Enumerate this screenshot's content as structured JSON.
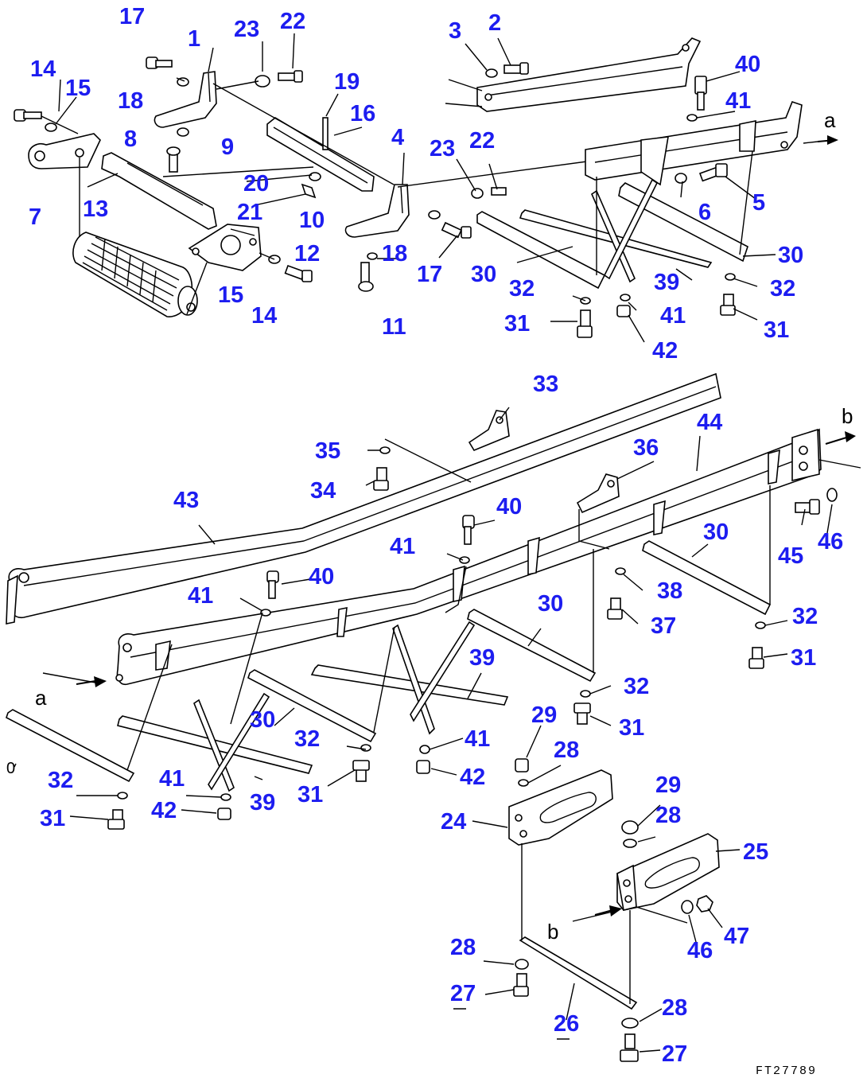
{
  "diagram": {
    "drawing_code": "FT27789",
    "callouts": [
      {
        "id": "c17a",
        "text": "17"
      },
      {
        "id": "c1",
        "text": "1"
      },
      {
        "id": "c23a",
        "text": "23"
      },
      {
        "id": "c22a",
        "text": "22"
      },
      {
        "id": "c14a",
        "text": "14"
      },
      {
        "id": "c15a",
        "text": "15"
      },
      {
        "id": "c18a",
        "text": "18"
      },
      {
        "id": "c19",
        "text": "19"
      },
      {
        "id": "c16",
        "text": "16"
      },
      {
        "id": "c8",
        "text": "8"
      },
      {
        "id": "c9",
        "text": "9"
      },
      {
        "id": "c7",
        "text": "7"
      },
      {
        "id": "c13",
        "text": "13"
      },
      {
        "id": "c20",
        "text": "20"
      },
      {
        "id": "c21",
        "text": "21"
      },
      {
        "id": "c10",
        "text": "10"
      },
      {
        "id": "c12",
        "text": "12"
      },
      {
        "id": "c15b",
        "text": "15"
      },
      {
        "id": "c14b",
        "text": "14"
      },
      {
        "id": "c4",
        "text": "4"
      },
      {
        "id": "c23b",
        "text": "23"
      },
      {
        "id": "c22b",
        "text": "22"
      },
      {
        "id": "c18b",
        "text": "18"
      },
      {
        "id": "c17b",
        "text": "17"
      },
      {
        "id": "c11",
        "text": "11"
      },
      {
        "id": "c3",
        "text": "3"
      },
      {
        "id": "c2",
        "text": "2"
      },
      {
        "id": "c40a",
        "text": "40"
      },
      {
        "id": "c41a",
        "text": "41"
      },
      {
        "id": "c6",
        "text": "6"
      },
      {
        "id": "c5",
        "text": "5"
      },
      {
        "id": "c30a",
        "text": "30"
      },
      {
        "id": "c30b",
        "text": "30"
      },
      {
        "id": "c32a",
        "text": "32"
      },
      {
        "id": "c39a",
        "text": "39"
      },
      {
        "id": "c32b",
        "text": "32"
      },
      {
        "id": "c31a",
        "text": "31"
      },
      {
        "id": "c41b",
        "text": "41"
      },
      {
        "id": "c42a",
        "text": "42"
      },
      {
        "id": "c31b",
        "text": "31"
      },
      {
        "id": "c33",
        "text": "33"
      },
      {
        "id": "c44",
        "text": "44"
      },
      {
        "id": "c35",
        "text": "35"
      },
      {
        "id": "c36",
        "text": "36"
      },
      {
        "id": "c34",
        "text": "34"
      },
      {
        "id": "c43",
        "text": "43"
      },
      {
        "id": "c40b",
        "text": "40"
      },
      {
        "id": "c41c",
        "text": "41"
      },
      {
        "id": "c30c",
        "text": "30"
      },
      {
        "id": "c45",
        "text": "45"
      },
      {
        "id": "c46a",
        "text": "46"
      },
      {
        "id": "c40c",
        "text": "40"
      },
      {
        "id": "c41d",
        "text": "41"
      },
      {
        "id": "c38",
        "text": "38"
      },
      {
        "id": "c30d",
        "text": "30"
      },
      {
        "id": "c37",
        "text": "37"
      },
      {
        "id": "c32c",
        "text": "32"
      },
      {
        "id": "c31c",
        "text": "31"
      },
      {
        "id": "c39b",
        "text": "39"
      },
      {
        "id": "c32d",
        "text": "32"
      },
      {
        "id": "c30e",
        "text": "30"
      },
      {
        "id": "c31d",
        "text": "31"
      },
      {
        "id": "c32e",
        "text": "32"
      },
      {
        "id": "c41e",
        "text": "41"
      },
      {
        "id": "c29a",
        "text": "29"
      },
      {
        "id": "c28a",
        "text": "28"
      },
      {
        "id": "c42b",
        "text": "42"
      },
      {
        "id": "c32f",
        "text": "32"
      },
      {
        "id": "c41f",
        "text": "41"
      },
      {
        "id": "c39c",
        "text": "39"
      },
      {
        "id": "c31e",
        "text": "31"
      },
      {
        "id": "c31f",
        "text": "31"
      },
      {
        "id": "c42c",
        "text": "42"
      },
      {
        "id": "c24",
        "text": "24"
      },
      {
        "id": "c29b",
        "text": "29"
      },
      {
        "id": "c28b",
        "text": "28"
      },
      {
        "id": "c25",
        "text": "25"
      },
      {
        "id": "c46b",
        "text": "46"
      },
      {
        "id": "c47",
        "text": "47"
      },
      {
        "id": "c28c",
        "text": "28"
      },
      {
        "id": "c27a",
        "text": "27"
      },
      {
        "id": "c26",
        "text": "26"
      },
      {
        "id": "c28d",
        "text": "28"
      },
      {
        "id": "c27b",
        "text": "27"
      }
    ],
    "connection_labels": [
      {
        "id": "a1",
        "text": "a"
      },
      {
        "id": "a2",
        "text": "a"
      },
      {
        "id": "b1",
        "text": "b"
      },
      {
        "id": "b2",
        "text": "b"
      }
    ],
    "stray_labels": [
      {
        "id": "s0",
        "text": "0"
      }
    ]
  }
}
